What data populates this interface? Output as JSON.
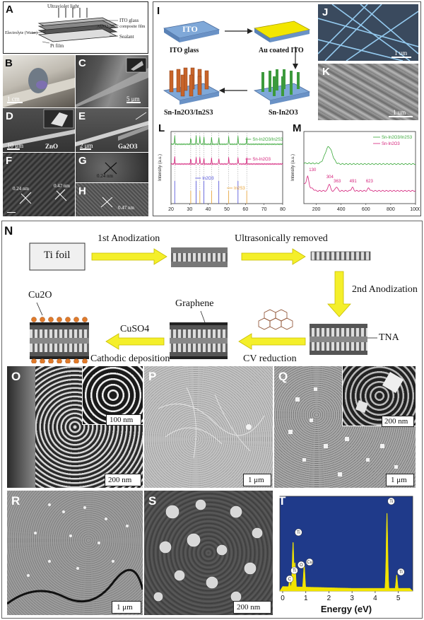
{
  "labels": {
    "A": "A",
    "B": "B",
    "C": "C",
    "D": "D",
    "E": "E",
    "F": "F",
    "G": "G",
    "H": "H",
    "I": "I",
    "J": "J",
    "K": "K",
    "L": "L",
    "M": "M",
    "N": "N",
    "O": "O",
    "P": "P",
    "Q": "Q",
    "R": "R",
    "S": "S",
    "T": "T"
  },
  "panelA": {
    "uv": "Ultraviolet light",
    "ito": "ITO glass",
    "composite": "Al2O3-TiO2 composite film",
    "electrolyte": "Electrolyte (Water)",
    "sealant": "Sealant",
    "pt": "Pt film"
  },
  "scalebars": {
    "B": "1 cm",
    "C": "5 μm",
    "D": "10 μm",
    "E": "2 μm",
    "J": "1 um",
    "K": "1 um",
    "O": "200 nm",
    "O_inset": "100 nm",
    "P": "1 μm",
    "Q": "1 μm",
    "Q_inset": "200 nm",
    "R": "1 μm",
    "S": "200 nm"
  },
  "materials": {
    "D": "ZnO",
    "E": "Ga2O3"
  },
  "lattice": {
    "F1": "0.24 nm",
    "F2": "0.47 nm",
    "G": "0.24 nm",
    "H": "0.47 nm"
  },
  "panelI": {
    "ito": "ITO",
    "step1": "ITO glass",
    "step2": "Au coated ITO",
    "step3": "Sn-In2O3",
    "step4": "Sn-In2O3/In2S3"
  },
  "panelN": {
    "ti_foil": "Ti foil",
    "anod1": "1st Anodization",
    "ultra": "Ultrasonically removed",
    "anod2": "2nd Anodization",
    "tna": "TNA",
    "graphene": "Graphene",
    "cv": "CV reduction",
    "cuso4": "CuSO4",
    "cathodic": "Cathodic deposition",
    "cu2o": "Cu2O"
  },
  "chart_data": [
    {
      "type": "line",
      "panel": "L",
      "xlabel": "",
      "ylabel": "Intensity (a.u.)",
      "xlim": [
        20,
        80
      ],
      "xticks": [
        20,
        30,
        40,
        50,
        60,
        70,
        80
      ],
      "series": [
        {
          "name": "Sn-In2O3/In2S3",
          "color": "#3aa83a"
        },
        {
          "name": "Sn-In2O3",
          "color": "#d4207a"
        },
        {
          "name": "In2O3",
          "color": "#4a4ad8"
        },
        {
          "name": "In2S3",
          "color": "#e8a030"
        }
      ],
      "peaks_x": [
        22,
        30.6,
        33.5,
        35.5,
        37.7,
        41.8,
        45.7,
        51,
        56,
        60.7
      ]
    },
    {
      "type": "line",
      "panel": "M",
      "xlabel": "",
      "ylabel": "Intensity (a.u.)",
      "xlim": [
        100,
        1000
      ],
      "xticks": [
        200,
        400,
        600,
        800,
        1000
      ],
      "series": [
        {
          "name": "Sn-In2O3/In2S3",
          "color": "#3aa83a"
        },
        {
          "name": "Sn-In2O3",
          "color": "#d4207a"
        }
      ],
      "annotations": [
        {
          "x": 130,
          "label": "130"
        },
        {
          "x": 304,
          "label": "304"
        },
        {
          "x": 363,
          "label": "363"
        },
        {
          "x": 491,
          "label": "491"
        },
        {
          "x": 623,
          "label": "623"
        }
      ]
    },
    {
      "type": "bar",
      "panel": "T",
      "xlabel": "Energy (eV)",
      "ylabel": "",
      "xlim": [
        0,
        5.5
      ],
      "xticks": [
        0,
        1,
        2,
        3,
        4,
        5
      ],
      "peaks": [
        {
          "x": 0.3,
          "label": "C",
          "h": 0.12
        },
        {
          "x": 0.45,
          "label": "Ti",
          "h": 0.2
        },
        {
          "x": 0.53,
          "label": "O",
          "h": 0.32
        },
        {
          "x": 0.93,
          "label": "Cu",
          "h": 0.3
        },
        {
          "x": 0.45,
          "label": "Ti",
          "h": 0.55
        },
        {
          "x": 4.51,
          "label": "Ti",
          "h": 0.88
        },
        {
          "x": 4.93,
          "label": "Ti",
          "h": 0.18
        }
      ],
      "background": "#1f3a8a",
      "color": "#f2e400"
    }
  ]
}
